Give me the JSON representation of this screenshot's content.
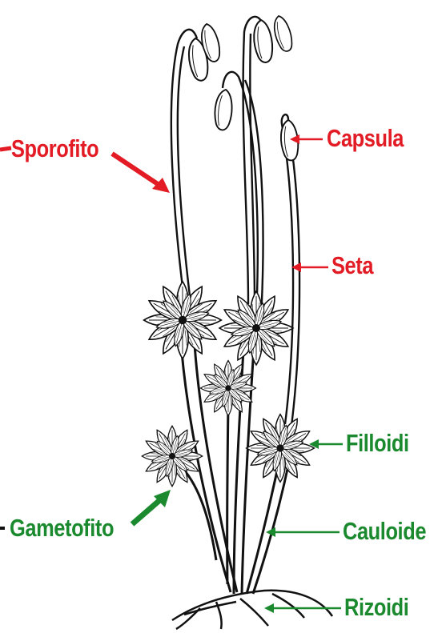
{
  "labels": {
    "sporofito": "Sporofito",
    "capsula": "Capsula",
    "seta": "Seta",
    "filloidi": "Filloidi",
    "gametofito": "Gametofito",
    "cauloide": "Cauloide",
    "rizoidi": "Rizoidi"
  },
  "colors": {
    "sporophyte_labels": "#e21b24",
    "gametophyte_labels": "#1b8a2f",
    "drawing": "#111111",
    "background": "#ffffff"
  }
}
